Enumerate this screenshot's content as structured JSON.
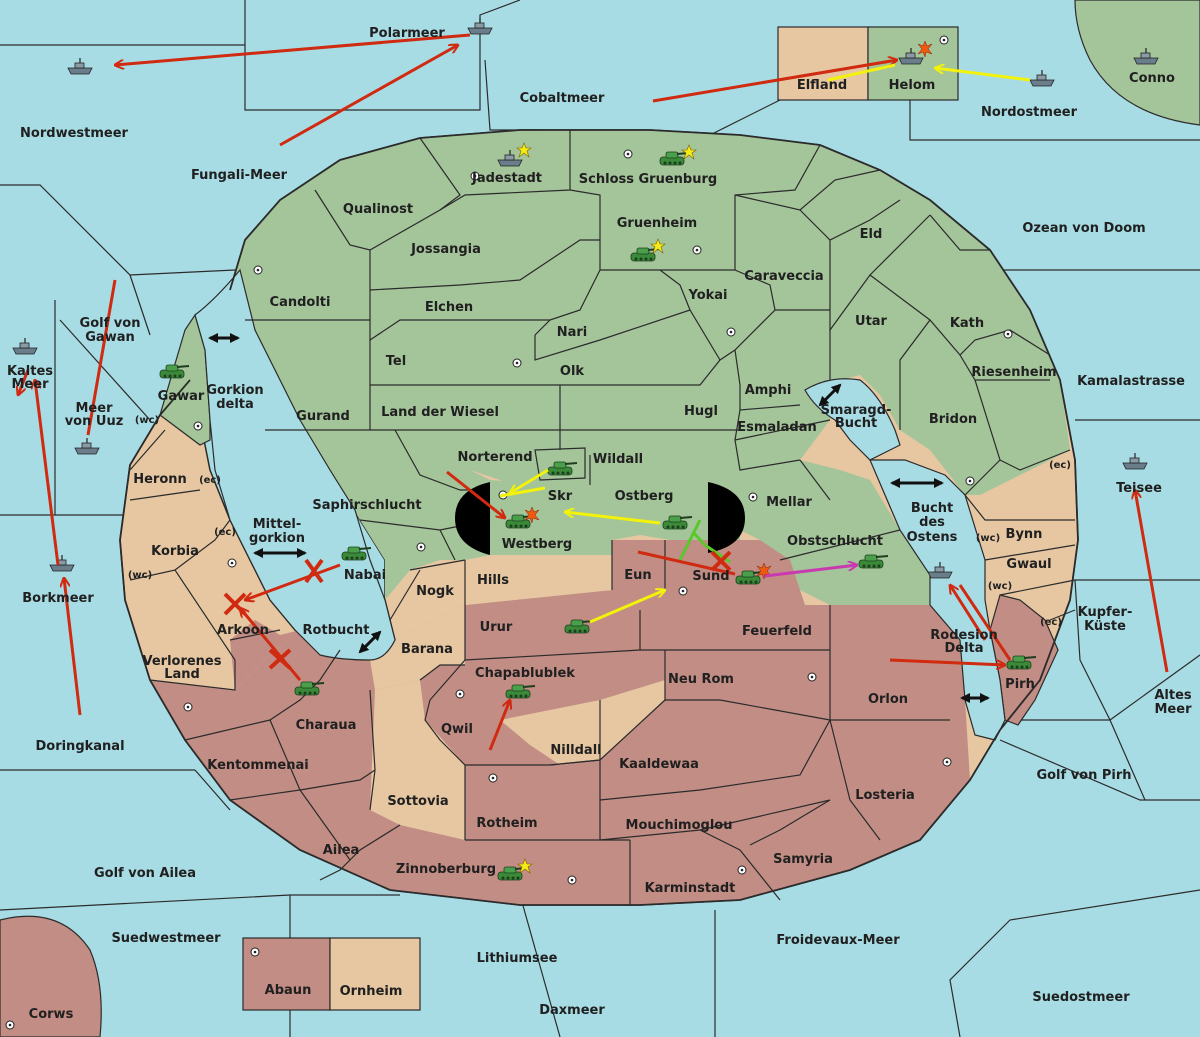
{
  "colors": {
    "sea": "#a8dce4",
    "green": "#a4c49a",
    "tan": "#e6c7a2",
    "red": "#c28d84",
    "order_red": "#d02a10",
    "order_yellow": "#f2f20a",
    "order_green": "#5ac82a",
    "order_magenta": "#c83ab0",
    "unit": "#3a8a3a"
  },
  "map": {
    "labels": {
      "polarmeer": "Polarmeer",
      "cobaltmeer": "Cobaltmeer",
      "nordwestmeer": "Nordwestmeer",
      "fungali": "Fungali-Meer",
      "elfland": "Elfland",
      "helom": "Helom",
      "nordostmeer": "Nordostmeer",
      "conno": "Conno",
      "jadestadt": "Jadestadt",
      "schloss": "Schloss Gruenburg",
      "qualinost": "Qualinost",
      "gruenheim": "Gruenheim",
      "eld": "Eld",
      "ozean": "Ozean von Doom",
      "jossangia": "Jossangia",
      "caraveccia": "Caraveccia",
      "candolti": "Candolti",
      "elchen": "Elchen",
      "yokai": "Yokai",
      "utar": "Utar",
      "kath": "Kath",
      "golf_gawan_1": "Golf von",
      "golf_gawan_2": "Gawan",
      "nari": "Nari",
      "tel": "Tel",
      "olk": "Olk",
      "riesenheim": "Riesenheim",
      "kamalastrasse": "Kamalastrasse",
      "kaltes_1": "Kaltes",
      "kaltes_2": "Meer",
      "gawar": "Gawar",
      "gorkion_1": "Gorkion",
      "gorkion_2": "delta",
      "amphi": "Amphi",
      "smaragd_1": "Smaragd-",
      "smaragd_2": "Bucht",
      "meer_uuz_1": "Meer",
      "meer_uuz_2": "von Uuz",
      "gurand": "Gurand",
      "land_wiesel": "Land der Wiesel",
      "hugl": "Hugl",
      "esmaladan": "Esmaladan",
      "bridon": "Bridon",
      "heronn": "Heronn",
      "norterend": "Norterend",
      "wildall": "Wildall",
      "teisee": "Teisee",
      "saphirschlucht": "Saphirschlucht",
      "skr": "Skr",
      "ostberg": "Ostberg",
      "mellar": "Mellar",
      "bucht_1": "Bucht",
      "bucht_2": "des",
      "bucht_3": "Ostens",
      "mittel_1": "Mittel-",
      "mittel_2": "gorkion",
      "westberg": "Westberg",
      "obstschlucht": "Obstschlucht",
      "bynn": "Bynn",
      "korbia": "Korbia",
      "nabai": "Nabai",
      "eun": "Eun",
      "sund": "Sund",
      "gwaul": "Gwaul",
      "borkmeer": "Borkmeer",
      "hills": "Hills",
      "nogk": "Nogk",
      "arkoon": "Arkoon",
      "kupfer_1": "Kupfer-",
      "kupfer_2": "Küste",
      "rotbucht": "Rotbucht",
      "urur": "Urur",
      "feuerfeld": "Feuerfeld",
      "rodesion_1": "Rodesion",
      "rodesion_2": "Delta",
      "barana": "Barana",
      "verlorenes_1": "Verlorenes",
      "verlorenes_2": "Land",
      "chapablublek": "Chapablublek",
      "neu_rom": "Neu Rom",
      "pirh": "Pirh",
      "altes_1": "Altes",
      "altes_2": "Meer",
      "orlon": "Orlon",
      "charaua": "Charaua",
      "qwil": "Qwil",
      "doringkanal": "Doringkanal",
      "nilldall": "Nilldall",
      "kentommenai": "Kentommenai",
      "kaaldewaa": "Kaaldewaa",
      "golf_pirh": "Golf von Pirh",
      "sottovia": "Sottovia",
      "losteria": "Losteria",
      "rotheim": "Rotheim",
      "mouchimoglou": "Mouchimoglou",
      "ailea": "Ailea",
      "samyria": "Samyria",
      "golf_ailea": "Golf von Ailea",
      "zinnoberburg": "Zinnoberburg",
      "karminstadt": "Karminstadt",
      "suedwestmeer": "Suedwestmeer",
      "froidevaux": "Froidevaux-Meer",
      "lithiumsee": "Lithiumsee",
      "abaun": "Abaun",
      "ornheim": "Ornheim",
      "suedostmeer": "Suedostmeer",
      "daxmeer": "Daxmeer",
      "corws": "Corws"
    },
    "coast_tags": {
      "wc": "(wc)",
      "ec": "(ec)"
    }
  }
}
